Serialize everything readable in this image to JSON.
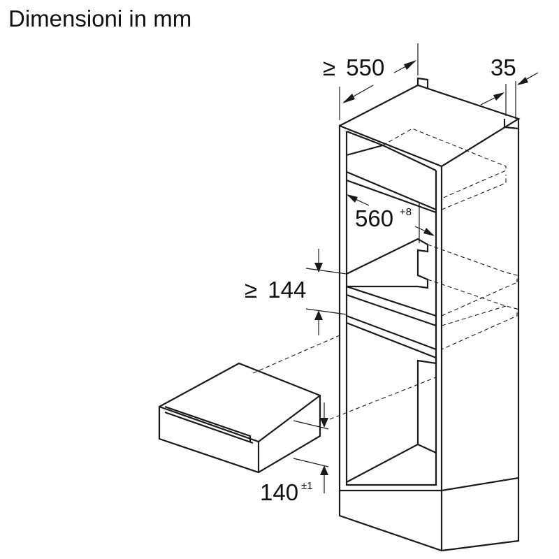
{
  "title": "Dimensioni in mm",
  "dimensions": {
    "depth": {
      "prefix": "≥",
      "value": "550"
    },
    "offset": {
      "value": "35"
    },
    "width": {
      "value": "560",
      "tolerance": "+8"
    },
    "niche_height": {
      "prefix": "≥",
      "value": "144"
    },
    "drawer_height": {
      "value": "140",
      "tolerance": "±1"
    }
  }
}
